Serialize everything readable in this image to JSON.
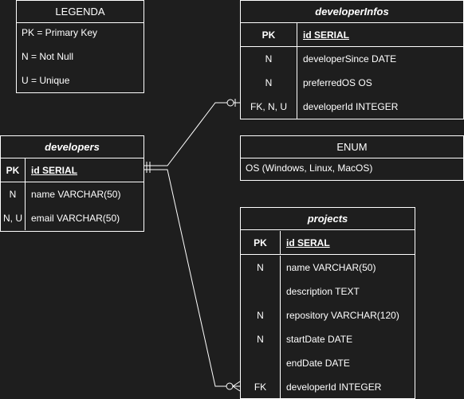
{
  "legend": {
    "title": "LEGENDA",
    "items": [
      "PK = Primary Key",
      "N = Not Null",
      "U = Unique"
    ]
  },
  "developerInfos": {
    "title": "developerInfos",
    "rows": [
      {
        "key": "PK",
        "field": "id SERIAL"
      },
      {
        "key": "N",
        "field": "developerSince DATE"
      },
      {
        "key": "N",
        "field": "preferredOS OS"
      },
      {
        "key": "FK, N, U",
        "field": "developerId INTEGER"
      }
    ]
  },
  "enum": {
    "title": "ENUM",
    "value": "OS (Windows, Linux, MacOS)"
  },
  "developers": {
    "title": "developers",
    "rows": [
      {
        "key": "PK",
        "field": "id SERIAL"
      },
      {
        "key": "N",
        "field": "name VARCHAR(50)"
      },
      {
        "key": "N, U",
        "field": "email VARCHAR(50)"
      }
    ]
  },
  "projects": {
    "title": "projects",
    "rows": [
      {
        "key": "PK",
        "field": "id SERAL"
      },
      {
        "key": "N",
        "field": "name VARCHAR(50)"
      },
      {
        "key": "",
        "field": "description TEXT"
      },
      {
        "key": "N",
        "field": "repository VARCHAR(120)"
      },
      {
        "key": "N",
        "field": "startDate DATE"
      },
      {
        "key": "",
        "field": "endDate DATE"
      },
      {
        "key": "FK",
        "field": "developerId INTEGER"
      }
    ]
  },
  "relationships": [
    {
      "from": "developers",
      "to": "developerInfos",
      "from_end": "mandatory-one",
      "to_end": "zero-or-one"
    },
    {
      "from": "developers",
      "to": "projects",
      "from_end": "mandatory-one",
      "to_end": "zero-or-many"
    }
  ],
  "colors": {
    "background": "#1e1e1e",
    "line": "#ffffff",
    "text": "#ffffff"
  }
}
